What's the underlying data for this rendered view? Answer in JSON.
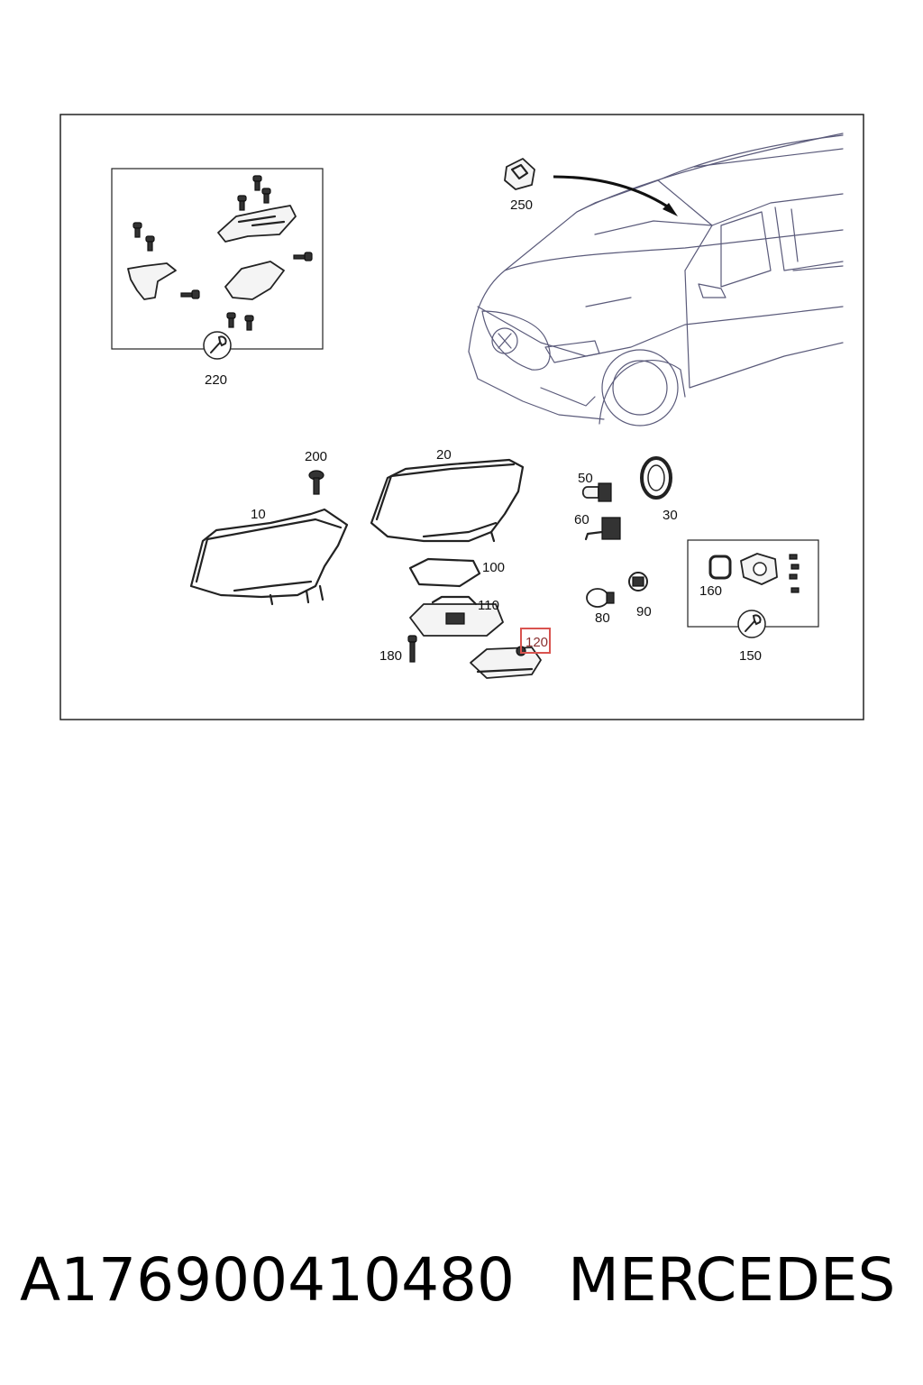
{
  "diagram": {
    "callouts": {
      "c10": "10",
      "c20": "20",
      "c30": "30",
      "c50": "50",
      "c60": "60",
      "c80": "80",
      "c90": "90",
      "c100": "100",
      "c110": "110",
      "c120": "120",
      "c150": "150",
      "c160": "160",
      "c180": "180",
      "c200": "200",
      "c220": "220",
      "c250": "250"
    },
    "highlighted_callout": "120",
    "highlight_color": "#d9534f"
  },
  "caption": {
    "part_number": "A176900410480",
    "brand": "MERCEDES"
  }
}
